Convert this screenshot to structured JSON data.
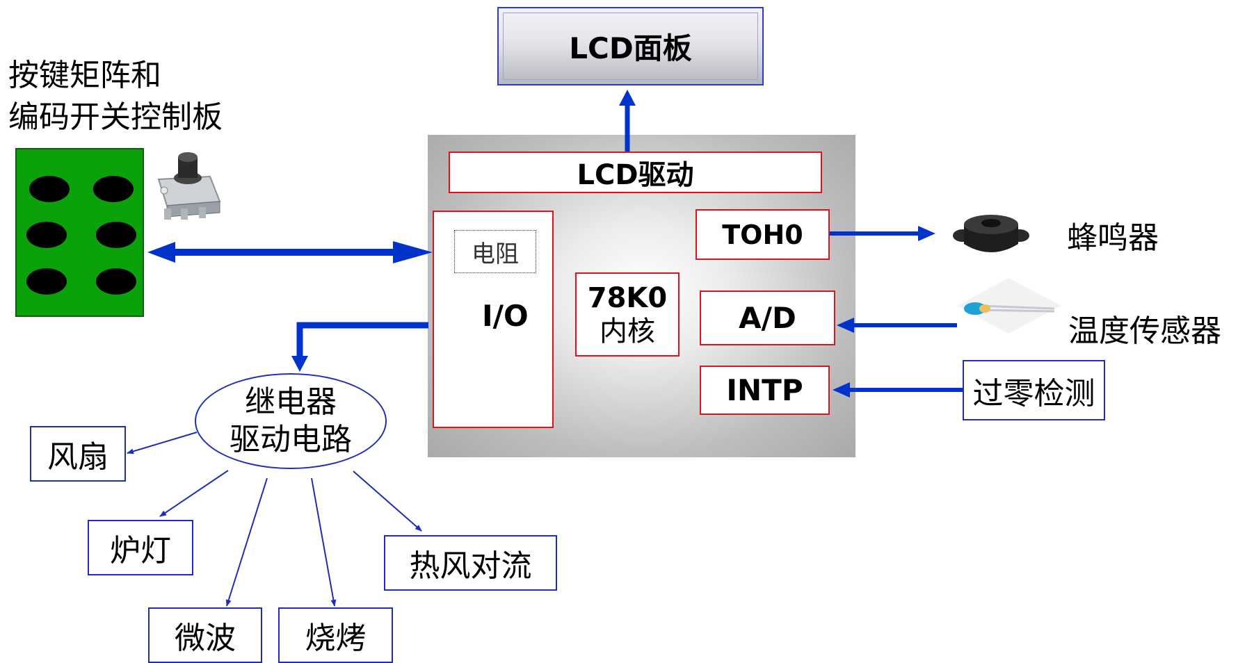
{
  "control_board": {
    "title_line1": "按键矩阵和",
    "title_line2": "编码开关控制板"
  },
  "lcd_panel": {
    "label": "LCD面板"
  },
  "mcu": {
    "lcd_driver": "LCD驱动",
    "resistor": "电阻",
    "io": "I/O",
    "core_line1": "78K0",
    "core_line2": "内核",
    "toh0": "TOH0",
    "ad": "A/D",
    "intp": "INTP"
  },
  "peripherals": {
    "buzzer": "蜂鸣器",
    "temp_sensor": "温度传感器",
    "zero_cross": "过零检测"
  },
  "relay": {
    "line1": "继电器",
    "line2": "驱动电路"
  },
  "loads": {
    "fan": "风扇",
    "oven_light": "炉灯",
    "microwave": "微波",
    "bake": "烧烤",
    "convection": "热风对流"
  },
  "colors": {
    "arrow_blue": "#0033cc",
    "box_red": "#e0101c",
    "board_green": "#0aa10a"
  }
}
